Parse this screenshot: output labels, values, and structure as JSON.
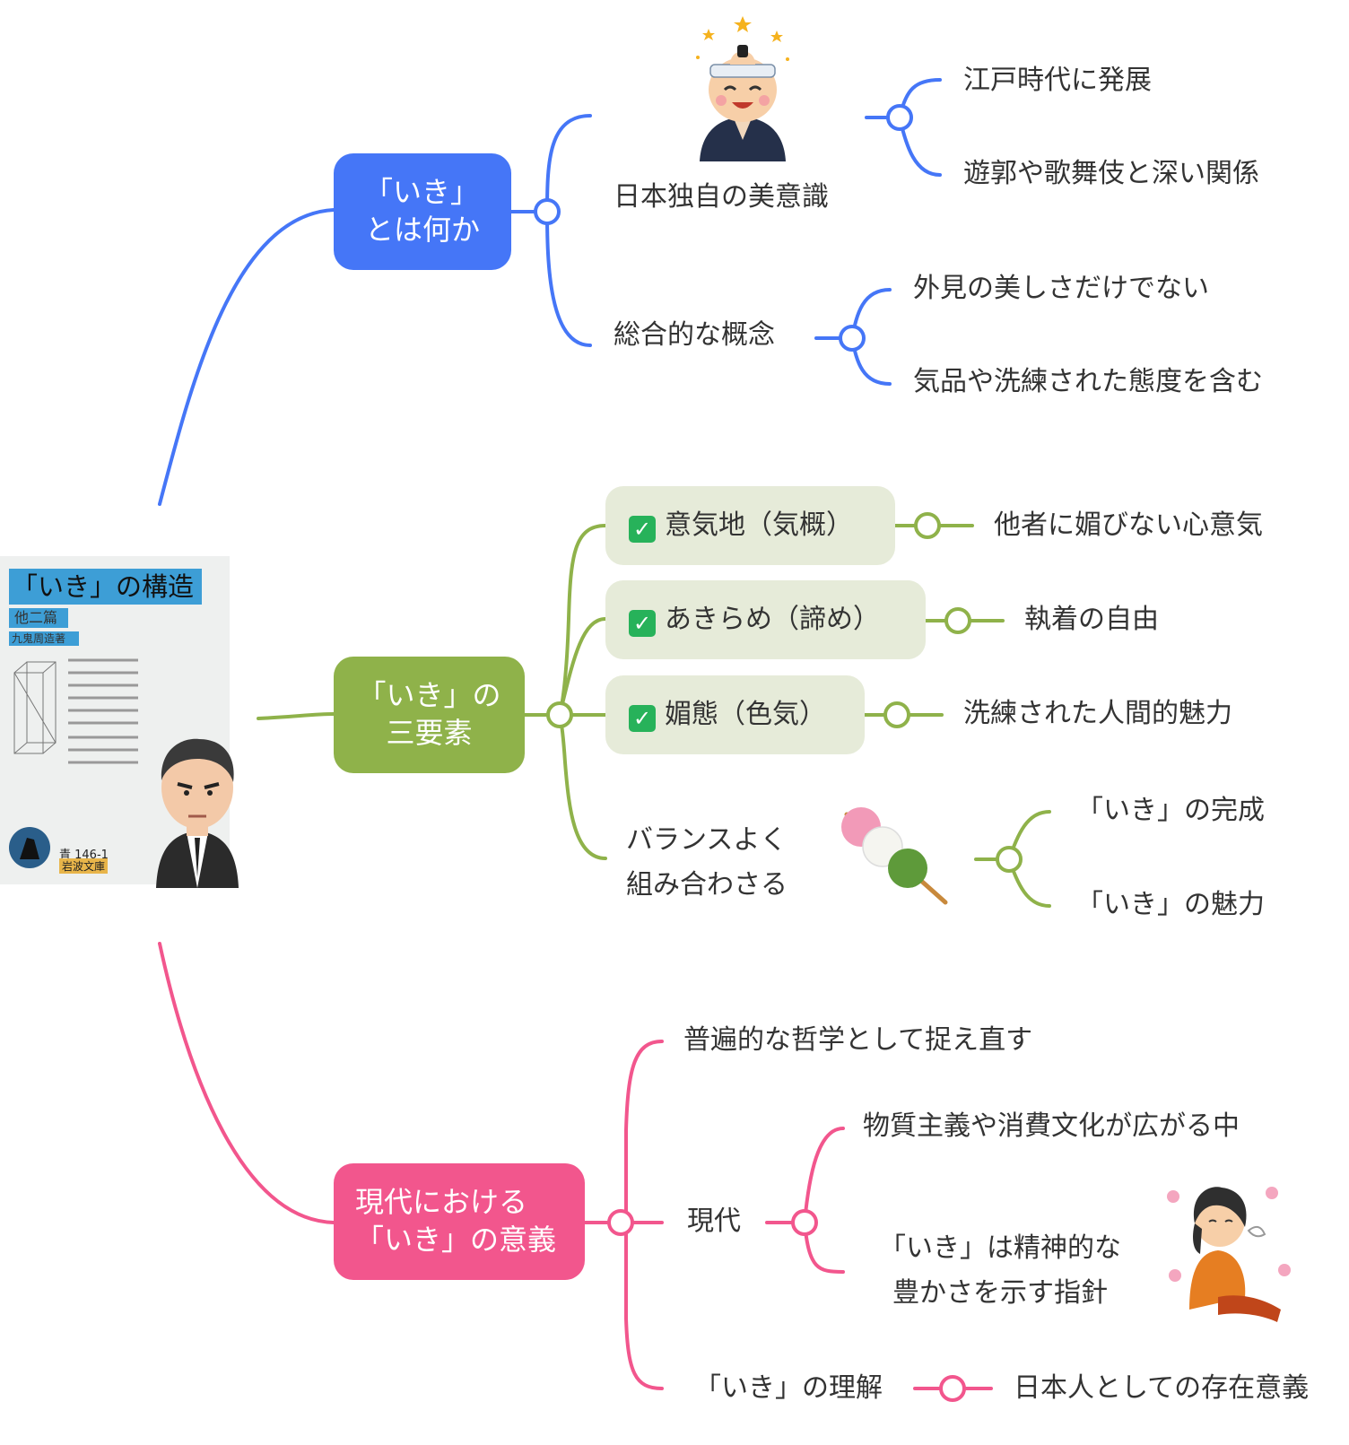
{
  "root": {
    "book_title": "「いき」の構造",
    "book_subtitle": "他二篇",
    "book_author": "九鬼周造著",
    "book_number": "青 146-1",
    "book_publisher": "岩波文庫"
  },
  "colors": {
    "blue": "#4576f7",
    "green": "#8fb24a",
    "pink": "#f2568d",
    "box": "#e6ebd9"
  },
  "branch1": {
    "label_line1": "「いき」",
    "label_line2": "とは何か",
    "sub1": "日本独自の美意識",
    "sub1_children": [
      "江戸時代に発展",
      "遊郭や歌舞伎と深い関係"
    ],
    "sub2": "総合的な概念",
    "sub2_children": [
      "外見の美しさだけでない",
      "気品や洗練された態度を含む"
    ],
    "icon": "samurai-illustration"
  },
  "branch2": {
    "label_line1": "「いき」の",
    "label_line2": "三要素",
    "elements": [
      {
        "label": "意気地（気概）",
        "child": "他者に媚びない心意気"
      },
      {
        "label": "あきらめ（諦め）",
        "child": "執着の自由"
      },
      {
        "label": "媚態（色気）",
        "child": "洗練された人間的魅力"
      }
    ],
    "balance_line1": "バランスよく",
    "balance_line2": "組み合わさる",
    "balance_children": [
      "「いき」の完成",
      "「いき」の魅力"
    ],
    "icon": "dango-illustration"
  },
  "branch3": {
    "label_line1": "現代における",
    "label_line2": "「いき」の意義",
    "sub1": "普遍的な哲学として捉え直す",
    "sub2": "現代",
    "sub2_children": [
      "物質主義や消費文化が広がる中"
    ],
    "sub2_child2_line1": "「いき」は精神的な",
    "sub2_child2_line2": "豊かさを示す指針",
    "sub3": "「いき」の理解",
    "sub3_child": "日本人としての存在意義",
    "icon": "relaxing-woman-illustration"
  }
}
